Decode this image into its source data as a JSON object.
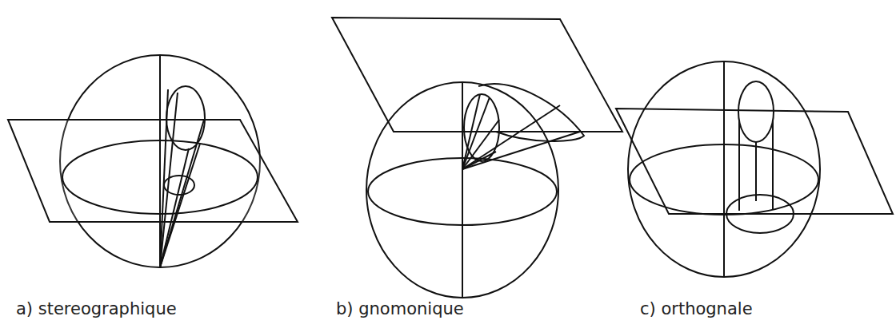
{
  "diagram": {
    "labels": [
      "a) stereographique",
      "b) gnomonique",
      "c) orthognale"
    ]
  }
}
